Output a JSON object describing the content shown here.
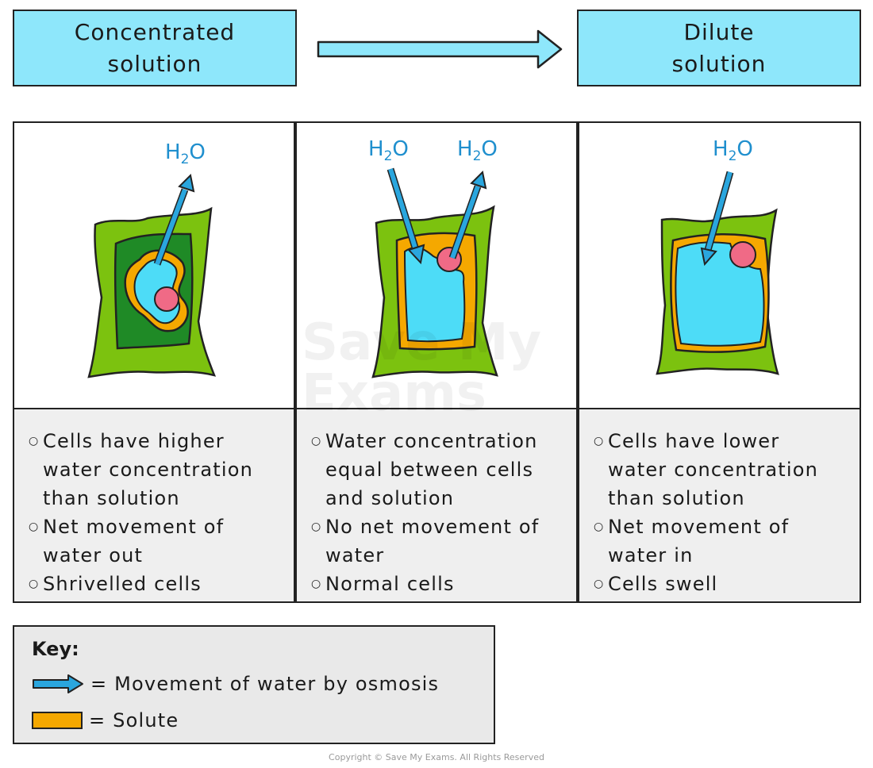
{
  "header": {
    "left_line1": "Concentrated",
    "left_line2": "solution",
    "right_line1": "Dilute",
    "right_line2": "solution"
  },
  "panels": [
    {
      "h2o": [
        "H",
        "2",
        "O"
      ],
      "bullets": [
        "Cells have higher\nwater concentration\nthan solution",
        "Net movement of\nwater out",
        "Shrivelled cells"
      ]
    },
    {
      "h2o": [
        "H",
        "2",
        "O"
      ],
      "bullets": [
        "Water concentration\nequal between cells\nand solution",
        "No net movement of\nwater",
        "Normal cells"
      ]
    },
    {
      "h2o": [
        "H",
        "2",
        "O"
      ],
      "bullets": [
        "Cells have lower\nwater concentration\nthan solution",
        "Net movement of\nwater in",
        "Cells swell"
      ]
    }
  ],
  "key": {
    "title": "Key:",
    "arrow_label": "= Movement of water by osmosis",
    "solute_label": "= Solute"
  },
  "watermark": {
    "line1": "Save My",
    "line2": "Exams"
  },
  "copyright": "Copyright © Save My Exams. All Rights Reserved",
  "colors": {
    "header_fill": "#8ee7fb",
    "cell_wall": "#7cc20f",
    "cytoplasm_dark": "#1f8a26",
    "solute": "#f5a800",
    "vacuole": "#4ddcf7",
    "nucleus": "#f06a86",
    "water_arrow": "#2aa6de",
    "text_panel_bg": "#efefef",
    "key_bg": "#e9e9e9"
  }
}
